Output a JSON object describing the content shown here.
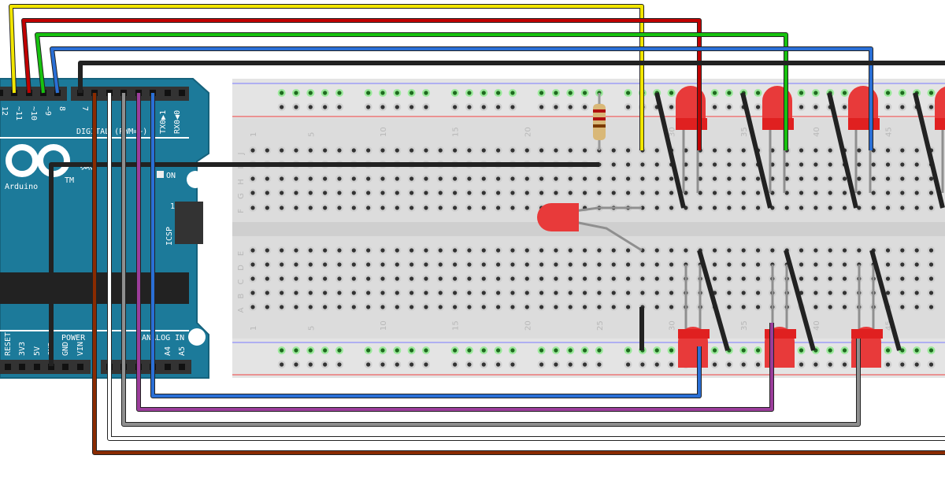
{
  "arduino": {
    "brand": "Arduino",
    "trademark": "TM",
    "model": "UNO",
    "digital_label": "DIGITAL (PWM=~)",
    "on_label": "ON",
    "icsp_label": "ICSP",
    "icsp_pin": "1",
    "power_label": "POWER",
    "analog_label": "ANALOG IN",
    "top_pins": [
      "12",
      "~11",
      "~10",
      "~9",
      "8",
      "7",
      "TX0▶1",
      "RX0◀0"
    ],
    "bottom_pins": [
      "RESET",
      "3V3",
      "5V",
      "GND",
      "GND",
      "VIN",
      "A4",
      "A5"
    ],
    "color": "#1c7a9a"
  },
  "breadboard": {
    "top_rows": [
      "J",
      "I",
      "H",
      "G",
      "F"
    ],
    "bottom_rows": [
      "E",
      "D",
      "C",
      "B",
      "A"
    ],
    "column_numbers": [
      "1",
      "5",
      "10",
      "15",
      "20",
      "25",
      "30",
      "35",
      "40",
      "45"
    ]
  },
  "wire_colors": {
    "yellow": "#f2e600",
    "red": "#c10000",
    "green": "#17c20f",
    "blue": "#2a6fd6",
    "black": "#222222",
    "brown": "#8a2b00",
    "white": "#ffffff",
    "gray": "#8f8f8f",
    "purple": "#9b3d9b"
  }
}
